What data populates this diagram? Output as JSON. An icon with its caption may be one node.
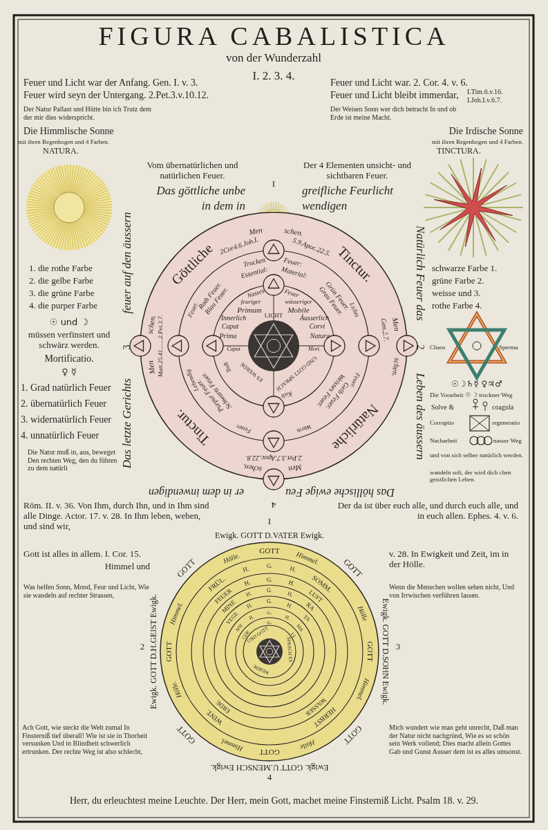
{
  "diagram": {
    "title": "FIGURA CABALISTICA",
    "labels": [
      "von der Wunderzahl",
      "I. 2. 3. 4.",
      "Feuer und Licht war der Anfang. Gen. I. v. 3.",
      "Feuer wird seyn der Untergang. 2.Pet.3.v.10.12.",
      "Der Natur Pallast und Hütte bin ich Trutz dem der mir dies widerspricht.",
      "Feuer und Licht war. 2. Cor. 4. v. 6.",
      "Feuer und Licht bleibt immerdar,",
      "I.Tim.6.v.16. I.Joh.I.v.6.7.",
      "Der Weisen Sonn wer dich betracht In und ob Erde ist meine Macht.",
      "Die Himmlische Sonne",
      "mit ihren Regenbogen und 4 Farben.",
      "NATURA.",
      "Die Irdische Sonne",
      "mit ihren Regenbogen und 4 Farben.",
      "TINCTURA.",
      "1. die rothe Farbe",
      "2. die gelbe Farbe",
      "3. die grüne Farbe",
      "4. die purper Farbe",
      "☉ und ☽",
      "müssen verfinstert und schwärz werden.",
      "Mortificatio.",
      "♀ ☿",
      "1. Grad natürlich Feuer",
      "2. übernatürlich Feuer",
      "3. widernatürlich Feuer",
      "4. unnatürlich Feuer",
      "Die Natur muß in, aus, beweget Den rechten Weg, den du führen zu dem natürli",
      "Vom übernatürlichen und natürlichen Feuer.",
      "Das göttliche unbe",
      "in dem in",
      "I",
      "Der 4 Elementen unsicht- und sichtbaren Feuer.",
      "greifliche Feurlicht",
      "wendigen",
      "feuer auf den äussern",
      "3",
      "Das letzte Gerichts",
      "Natürlich Feuer das",
      "2",
      "Leben des äussern",
      "Das höllische ewige Feu",
      "er in dem inwendigen",
      "4",
      "Men",
      "schen.",
      "2Cor4.6.Joh.I.",
      "5.9.Apoc.22.5.",
      "Göttliche",
      "Tinctur.",
      "Natürliche",
      "Tinctur.",
      "Men",
      "schen.",
      "Gen.2.7.",
      "schen.",
      "Men",
      "Matt.25.41.......2.Pet.3.7.",
      "Men",
      "schen.",
      "2.Pet.3.7.Apoc.22.8.",
      "Trucken",
      "Feuer:",
      "Essential:",
      "Material:",
      "Roth Feuer. Blau Feuer.",
      "Grün Feuer. Grau Feuer.",
      "Gelb Feuer. Weisses Feuer.",
      "Purpur Feuer. Schwartz Feuer.",
      "Lichts",
      "Feuer.",
      "Feuer.",
      "Lebendig",
      "Warm",
      "Feuer.",
      "Nasses",
      "Feuer",
      "feuriger",
      "wässeriger",
      "Primum",
      "Mobile",
      "Innerlich",
      "LICHT",
      "Äusserlich",
      "Caput",
      "Corvi",
      "Prima",
      "Natura",
      "Caput",
      "Mort.",
      "Todt",
      "Kalt",
      "ES WERDE",
      "UND GOTT SPRACH",
      "I",
      "Ewigk. GOTT D.VATER Ewigk.",
      "GOTT",
      "GOTT",
      "Ewigk. GOTT D.SOHN Ewigk.",
      "GOTT",
      "Ewigk. GOTT U.MENSCH Ewigk.",
      "GOTT",
      "Ewigk. GOTT D.H.GEIST Ewigk.",
      "2",
      "3",
      "4",
      "Hölle.",
      "GOTT",
      "Himmel.",
      "Hölle",
      "GOTT",
      "Himmel.",
      "Hölle",
      "GOTT",
      "Himmel.",
      "Himmel.",
      "GOTT",
      "Hölle.",
      "FRÜL.",
      "SOMM.",
      "HERBST",
      "WINT.",
      "H.",
      "G.",
      "H.",
      "FEUER",
      "LUFT",
      "WASSER",
      "ERDE",
      "H.",
      "G.",
      "H.",
      "MINE",
      "RA",
      "H.",
      "G.",
      "H.",
      "VEGE",
      "TA",
      "H.",
      "G.",
      "H.",
      "ANI",
      "MA",
      "H.",
      "G.",
      "H.",
      "COE",
      "LI",
      "G.",
      "UND GOTT",
      "SPRACH ES",
      "WERDE",
      "Röm. II. v. 36. Von Ihm, durch Ihn, und in Ihm sind alle Dinge. Actor. 17. v. 28. In Ihm leben, weben, und sind wir,",
      "Der da ist über euch alle, und durch euch alle, und in euch allen. Ephes. 4. v. 6.",
      "Gott ist alles in allem. I. Cor. 15.",
      "Himmel und",
      "v. 28. In Ewigkeit und Zeit, im in der Hölle.",
      "Was helfen Sonn, Mond, Feur und Licht, Wie sie wandeln auf rechter Strassen,",
      "Wenn die Menschen wollen sehen nicht, Und von Irrwischen verführen lassen.",
      "Ach Gott, wie steckt die Welt zumal In Finsterniß tief überall! Wie ist sie in Thorheit versunken Und in Blindheit schwerlich ertrunken. Der rechte Weg ist also schlecht,",
      "Mich wundert wie man geht unrecht, Daß man der Natur nicht nachgründ, Wie es so schön sein Werk vollend; Dies macht allein Gottes Gab und Gunst Ausser dem ist es alles umsonst.",
      "Herr, du erleuchtest meine Leuchte. Der Herr, mein Gott, machet meine Finsterniß Licht. Psalm 18. v. 29.",
      "schwarze Farbe 1.",
      "grüne Farbe 2.",
      "weisse und 3.",
      "rothe Farbe 4.",
      "Chaos",
      "Sperma",
      "☉☽♄☿ ♀♃♂",
      "Die Vorarbeit ☉ ☽ truckner Weg",
      "Solve &",
      "coagula",
      "Corruptio",
      "regeneratio",
      "Nacharbeit",
      "nasser Weg",
      "und von sich selber natürlich werden.",
      "wandeln solt, der wird dich chen geistlichen Leben."
    ]
  }
}
